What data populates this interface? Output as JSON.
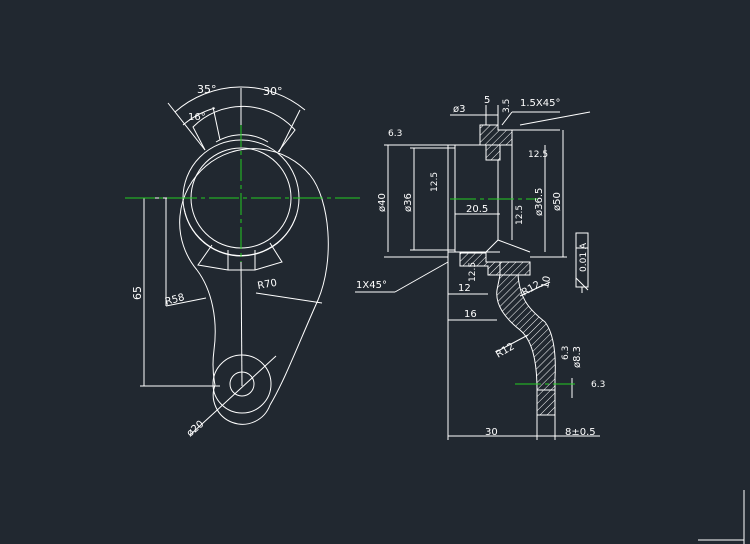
{
  "colors": {
    "background": "#212830",
    "lines": "#ffffff",
    "centerline": "#22cc22",
    "hatch": "#ffffff"
  },
  "front_view": {
    "angle_35": "35°",
    "angle_30": "30°",
    "angle_16": "16°",
    "dim_65": "65",
    "dim_R58": "R58",
    "dim_R70": "R70",
    "dim_d20": "ø20"
  },
  "section_view": {
    "dim_d3": "ø3",
    "dim_5": "5",
    "dim_3_5": "3.5",
    "chamfer_top": "1.5X45°",
    "rough_6_3_top": "6.3",
    "rough_12_5_right": "12.5",
    "rough_12_5_bore": "12.5",
    "dim_d40": "ø40",
    "dim_d36": "ø36",
    "dim_d36_5": "ø36.5",
    "dim_d50": "ø50",
    "dim_20_5": "20.5",
    "rough_12_5_mid": "12.5",
    "rough_12_5_low": "12.5",
    "tolerance_box": "0.01 A",
    "datum_A": "A",
    "chamfer_bottom": "1X45°",
    "dim_12": "12",
    "dim_R12_upper": "R12",
    "dim_10": "10",
    "dim_16": "16",
    "dim_R12_lower": "R12",
    "rough_6_3_mid": "6.3",
    "dim_d8": "ø8.3",
    "rough_6_3_end": "6.3",
    "dim_30": "30",
    "dim_8_05": "8±0.5"
  }
}
